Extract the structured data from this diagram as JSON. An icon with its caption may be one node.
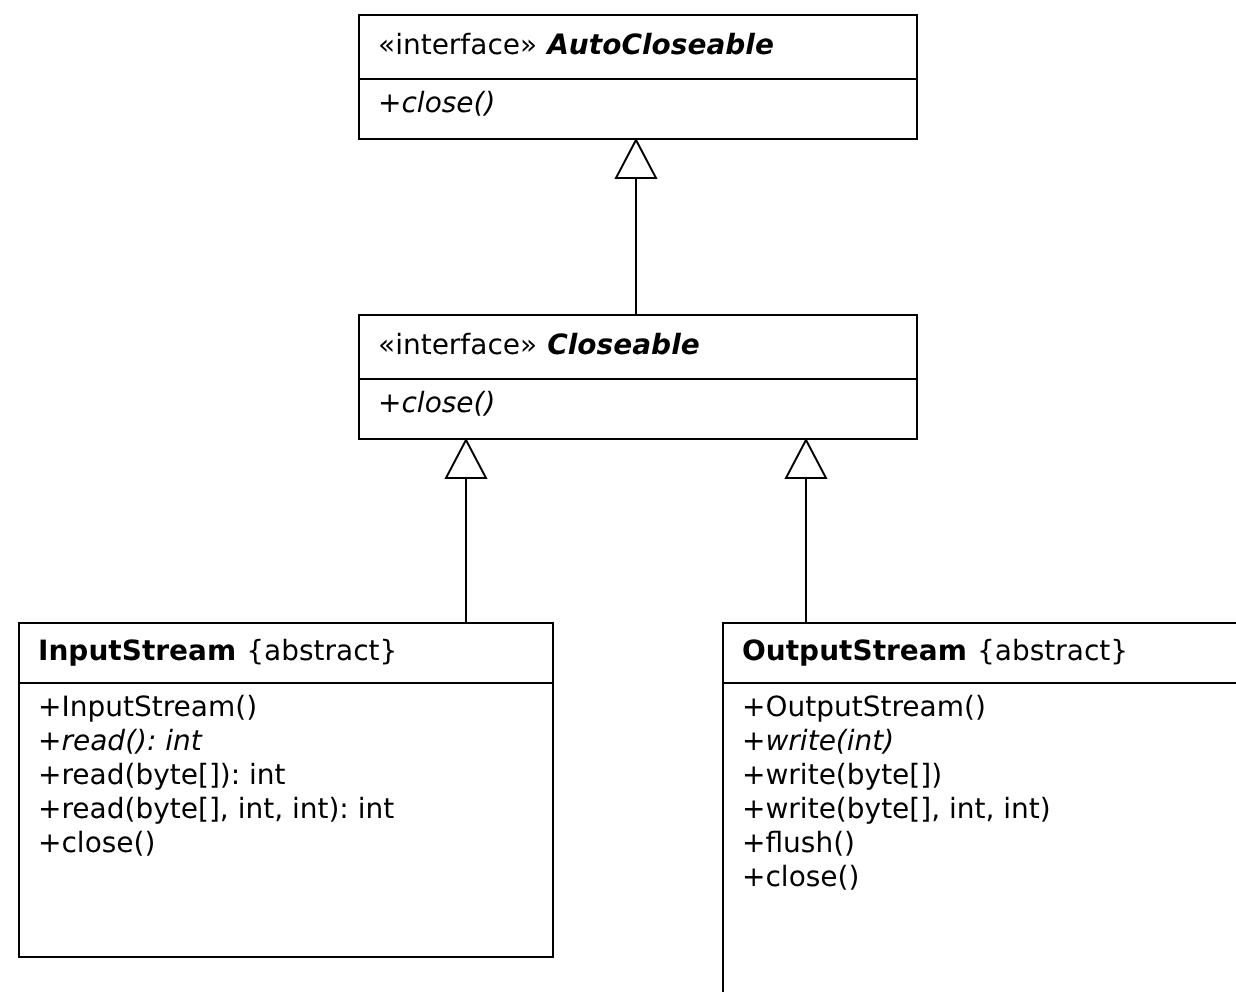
{
  "diagram": {
    "nodes": [
      {
        "text": [
          "«interface»",
          "AutoCloseable",
          "*+close()*"
        ]
      },
      {
        "text": [
          "«interface»",
          "Closeable",
          "*+close()*"
        ]
      },
      {
        "text": [
          "InputStream",
          "{abstract}",
          "+InputStream()",
          "*+read(): int*",
          "+read(byte[]): int",
          "+read(byte[], int, int): int",
          "+close()"
        ]
      },
      {
        "text": [
          "OutputStream",
          "{abstract}",
          "+OutputStream()",
          "*+write(int)*",
          "+write(byte[])",
          "+write(byte[], int, int)",
          "+flush()",
          "+close()"
        ]
      }
    ],
    "edges": [
      {
        "from": 1,
        "to": 0,
        "arrow": "to"
      },
      {
        "from": 2,
        "to": 1,
        "arrow": "to"
      },
      {
        "from": 3,
        "to": 1,
        "arrow": "to"
      }
    ]
  }
}
